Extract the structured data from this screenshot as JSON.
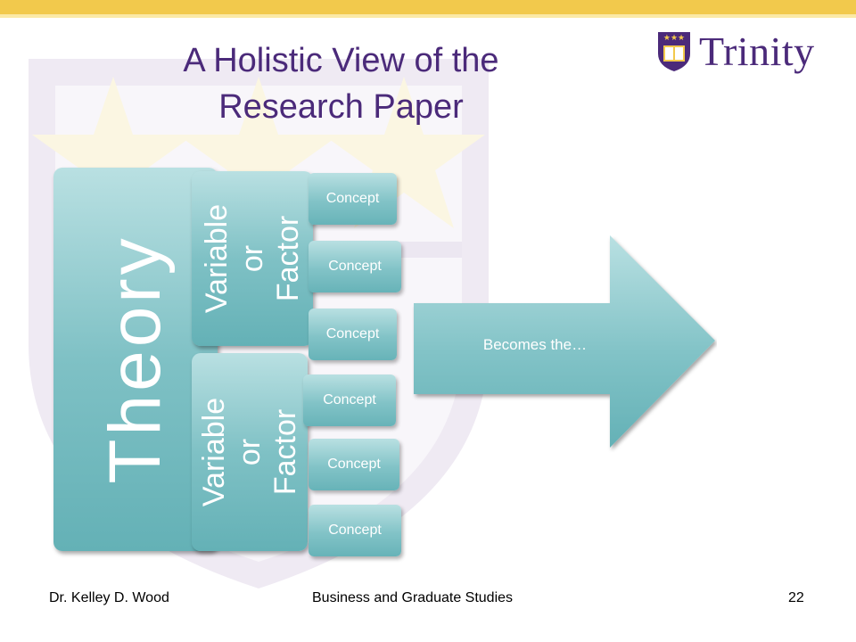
{
  "slide": {
    "title": "A Holistic View of the\nResearch Paper",
    "logo": {
      "text": "Trinity",
      "icon": "shield-crest-icon"
    },
    "colors": {
      "title": "#4b2a7a",
      "accent_bar": "#f2c94c",
      "box": "#7fc1c5"
    }
  },
  "diagram": {
    "theory_label": "Theory",
    "variables": [
      {
        "label": "Variable\nor Factor",
        "concepts": [
          "Concept",
          "Concept",
          "Concept"
        ]
      },
      {
        "label": "Variable or\nFactor",
        "concepts": [
          "Concept",
          "Concept",
          "Concept"
        ]
      }
    ],
    "arrow_label": "Becomes the…"
  },
  "footer": {
    "author": "Dr. Kelley D. Wood",
    "department": "Business and Graduate Studies",
    "page_number": "22"
  }
}
